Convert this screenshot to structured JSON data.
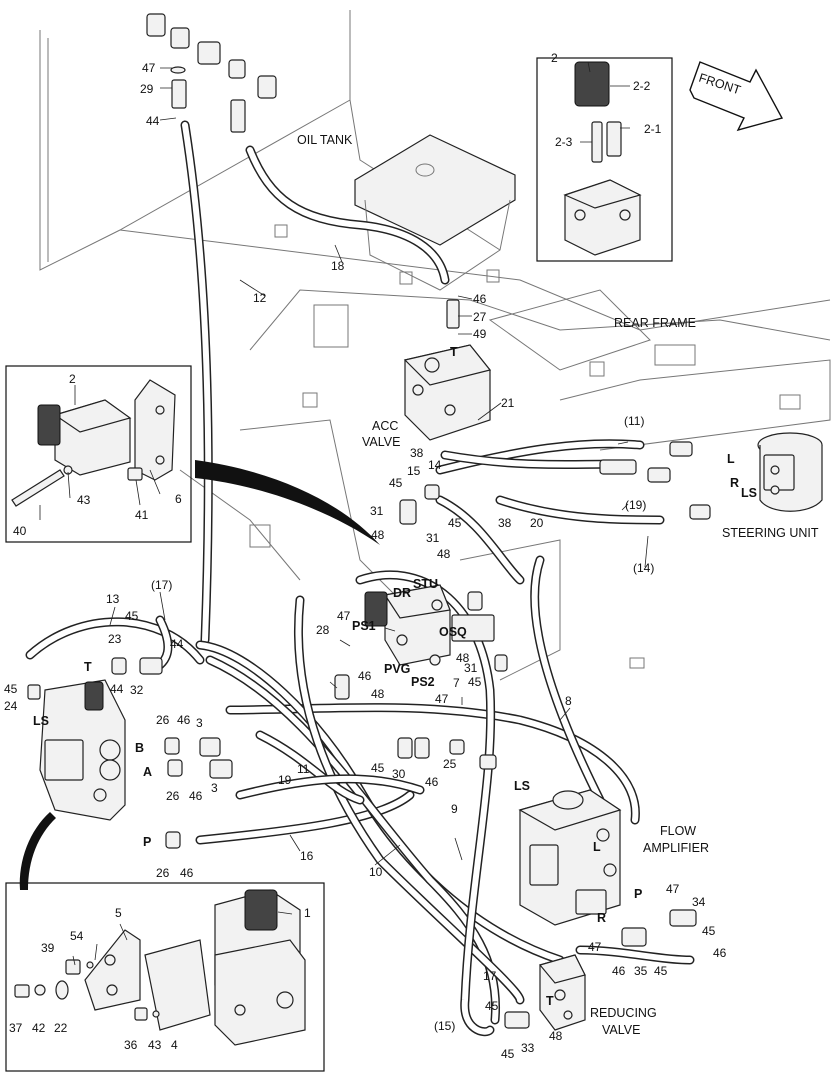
{
  "diagram": {
    "labels": {
      "oil_tank": "OIL TANK",
      "rear_frame": "REAR FRAME",
      "front": "FRONT",
      "acc_valve_1": "ACC",
      "acc_valve_2": "VALVE",
      "steering_unit": "STEERING UNIT",
      "flow_amp_1": "FLOW",
      "flow_amp_2": "AMPLIFIER",
      "reducing_1": "REDUCING",
      "reducing_2": "VALVE"
    },
    "ports": {
      "T_top": "T",
      "L_steer": "L",
      "R_steer": "R",
      "LS_steer": "LS",
      "DR": "DR",
      "STU": "STU",
      "PS1": "PS1",
      "OSQ": "OSQ",
      "PVG": "PVG",
      "PS2": "PS2",
      "T_left": "T",
      "LS_left": "LS",
      "B": "B",
      "A": "A",
      "P_left": "P",
      "LS_mid": "LS",
      "L_flow": "L",
      "P_flow": "P",
      "R_flow": "R",
      "T_red": "T"
    },
    "callouts": {
      "c47a": "47",
      "c29": "29",
      "c44a": "44",
      "c18": "18",
      "c12": "12",
      "c46a": "46",
      "c27": "27",
      "c49": "49",
      "c21": "21",
      "c11a": "(11)",
      "c19a": "(19)",
      "c14a": "(14)",
      "c38a": "38",
      "c14b": "14",
      "c15": "15",
      "c45a": "45",
      "c31a": "31",
      "c45b": "45",
      "c31b": "31",
      "c48a": "48",
      "c48b": "48",
      "c38b": "38",
      "c20": "20",
      "c2top": "2",
      "c2_2": "2-2",
      "c2_3": "2-3",
      "c2_1": "2-1",
      "c2left": "2",
      "c43a": "43",
      "c6": "6",
      "c40": "40",
      "c41": "41",
      "c13": "13",
      "c17a": "(17)",
      "c45c": "45",
      "c44b": "44",
      "c23": "23",
      "c44c": "44",
      "c32": "32",
      "c45d": "45",
      "c24": "24",
      "c47b": "47",
      "c28": "28",
      "c46b": "46",
      "c48c": "48",
      "c47c": "47",
      "c48d": "48",
      "c31c": "31",
      "c45e": "45",
      "c7": "7",
      "c8": "8",
      "c26a": "26",
      "c46c": "46",
      "c3a": "3",
      "c3b": "3",
      "c26b": "26",
      "c46d": "46",
      "c19b": "19",
      "c11b": "11",
      "c45f": "45",
      "c30": "30",
      "c25": "25",
      "c46e": "46",
      "c9": "9",
      "c16": "16",
      "c26c": "26",
      "c46f": "46",
      "c10": "10",
      "c47d": "47",
      "c34": "34",
      "c45g": "45",
      "c47e": "47",
      "c46g": "46",
      "c35": "35",
      "c45h": "45",
      "c46h": "46",
      "c17b": "17",
      "c45i": "45",
      "c15b": "(15)",
      "c45j": "45",
      "c33": "33",
      "c48e": "48",
      "c5": "5",
      "c1": "1",
      "c39": "39",
      "c54": "54",
      "c37": "37",
      "c42": "42",
      "c22": "22",
      "c36": "36",
      "c43b": "43",
      "c4": "4"
    }
  }
}
